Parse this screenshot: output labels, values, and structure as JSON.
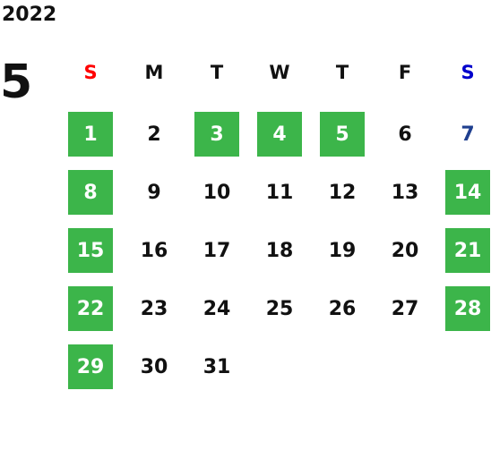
{
  "calendar": {
    "year": "2022",
    "month": "5",
    "weekday_headers": [
      {
        "label": "S",
        "color": "#ff0000"
      },
      {
        "label": "M",
        "color": "#111111"
      },
      {
        "label": "T",
        "color": "#111111"
      },
      {
        "label": "W",
        "color": "#111111"
      },
      {
        "label": "T",
        "color": "#111111"
      },
      {
        "label": "F",
        "color": "#111111"
      },
      {
        "label": "S",
        "color": "#0000cc"
      }
    ],
    "weeks": [
      [
        {
          "day": "1",
          "highlighted": true
        },
        {
          "day": "2",
          "highlighted": false
        },
        {
          "day": "3",
          "highlighted": true
        },
        {
          "day": "4",
          "highlighted": true
        },
        {
          "day": "5",
          "highlighted": true
        },
        {
          "day": "6",
          "highlighted": false
        },
        {
          "day": "7",
          "highlighted": false
        }
      ],
      [
        {
          "day": "8",
          "highlighted": true
        },
        {
          "day": "9",
          "highlighted": false
        },
        {
          "day": "10",
          "highlighted": false
        },
        {
          "day": "11",
          "highlighted": false
        },
        {
          "day": "12",
          "highlighted": false
        },
        {
          "day": "13",
          "highlighted": false
        },
        {
          "day": "14",
          "highlighted": true
        }
      ],
      [
        {
          "day": "15",
          "highlighted": true
        },
        {
          "day": "16",
          "highlighted": false
        },
        {
          "day": "17",
          "highlighted": false
        },
        {
          "day": "18",
          "highlighted": false
        },
        {
          "day": "19",
          "highlighted": false
        },
        {
          "day": "20",
          "highlighted": false
        },
        {
          "day": "21",
          "highlighted": true
        }
      ],
      [
        {
          "day": "22",
          "highlighted": true
        },
        {
          "day": "23",
          "highlighted": false
        },
        {
          "day": "24",
          "highlighted": false
        },
        {
          "day": "25",
          "highlighted": false
        },
        {
          "day": "26",
          "highlighted": false
        },
        {
          "day": "27",
          "highlighted": false
        },
        {
          "day": "28",
          "highlighted": true
        }
      ],
      [
        {
          "day": "29",
          "highlighted": true
        },
        {
          "day": "30",
          "highlighted": false
        },
        {
          "day": "31",
          "highlighted": false
        }
      ]
    ],
    "colors": {
      "highlight_bg": "#3cb54a",
      "highlight_text": "#ffffff",
      "sunday_header": "#ff0000",
      "saturday_header": "#0000cc",
      "saturday_day": "#1f3f8f",
      "text": "#111111"
    }
  }
}
